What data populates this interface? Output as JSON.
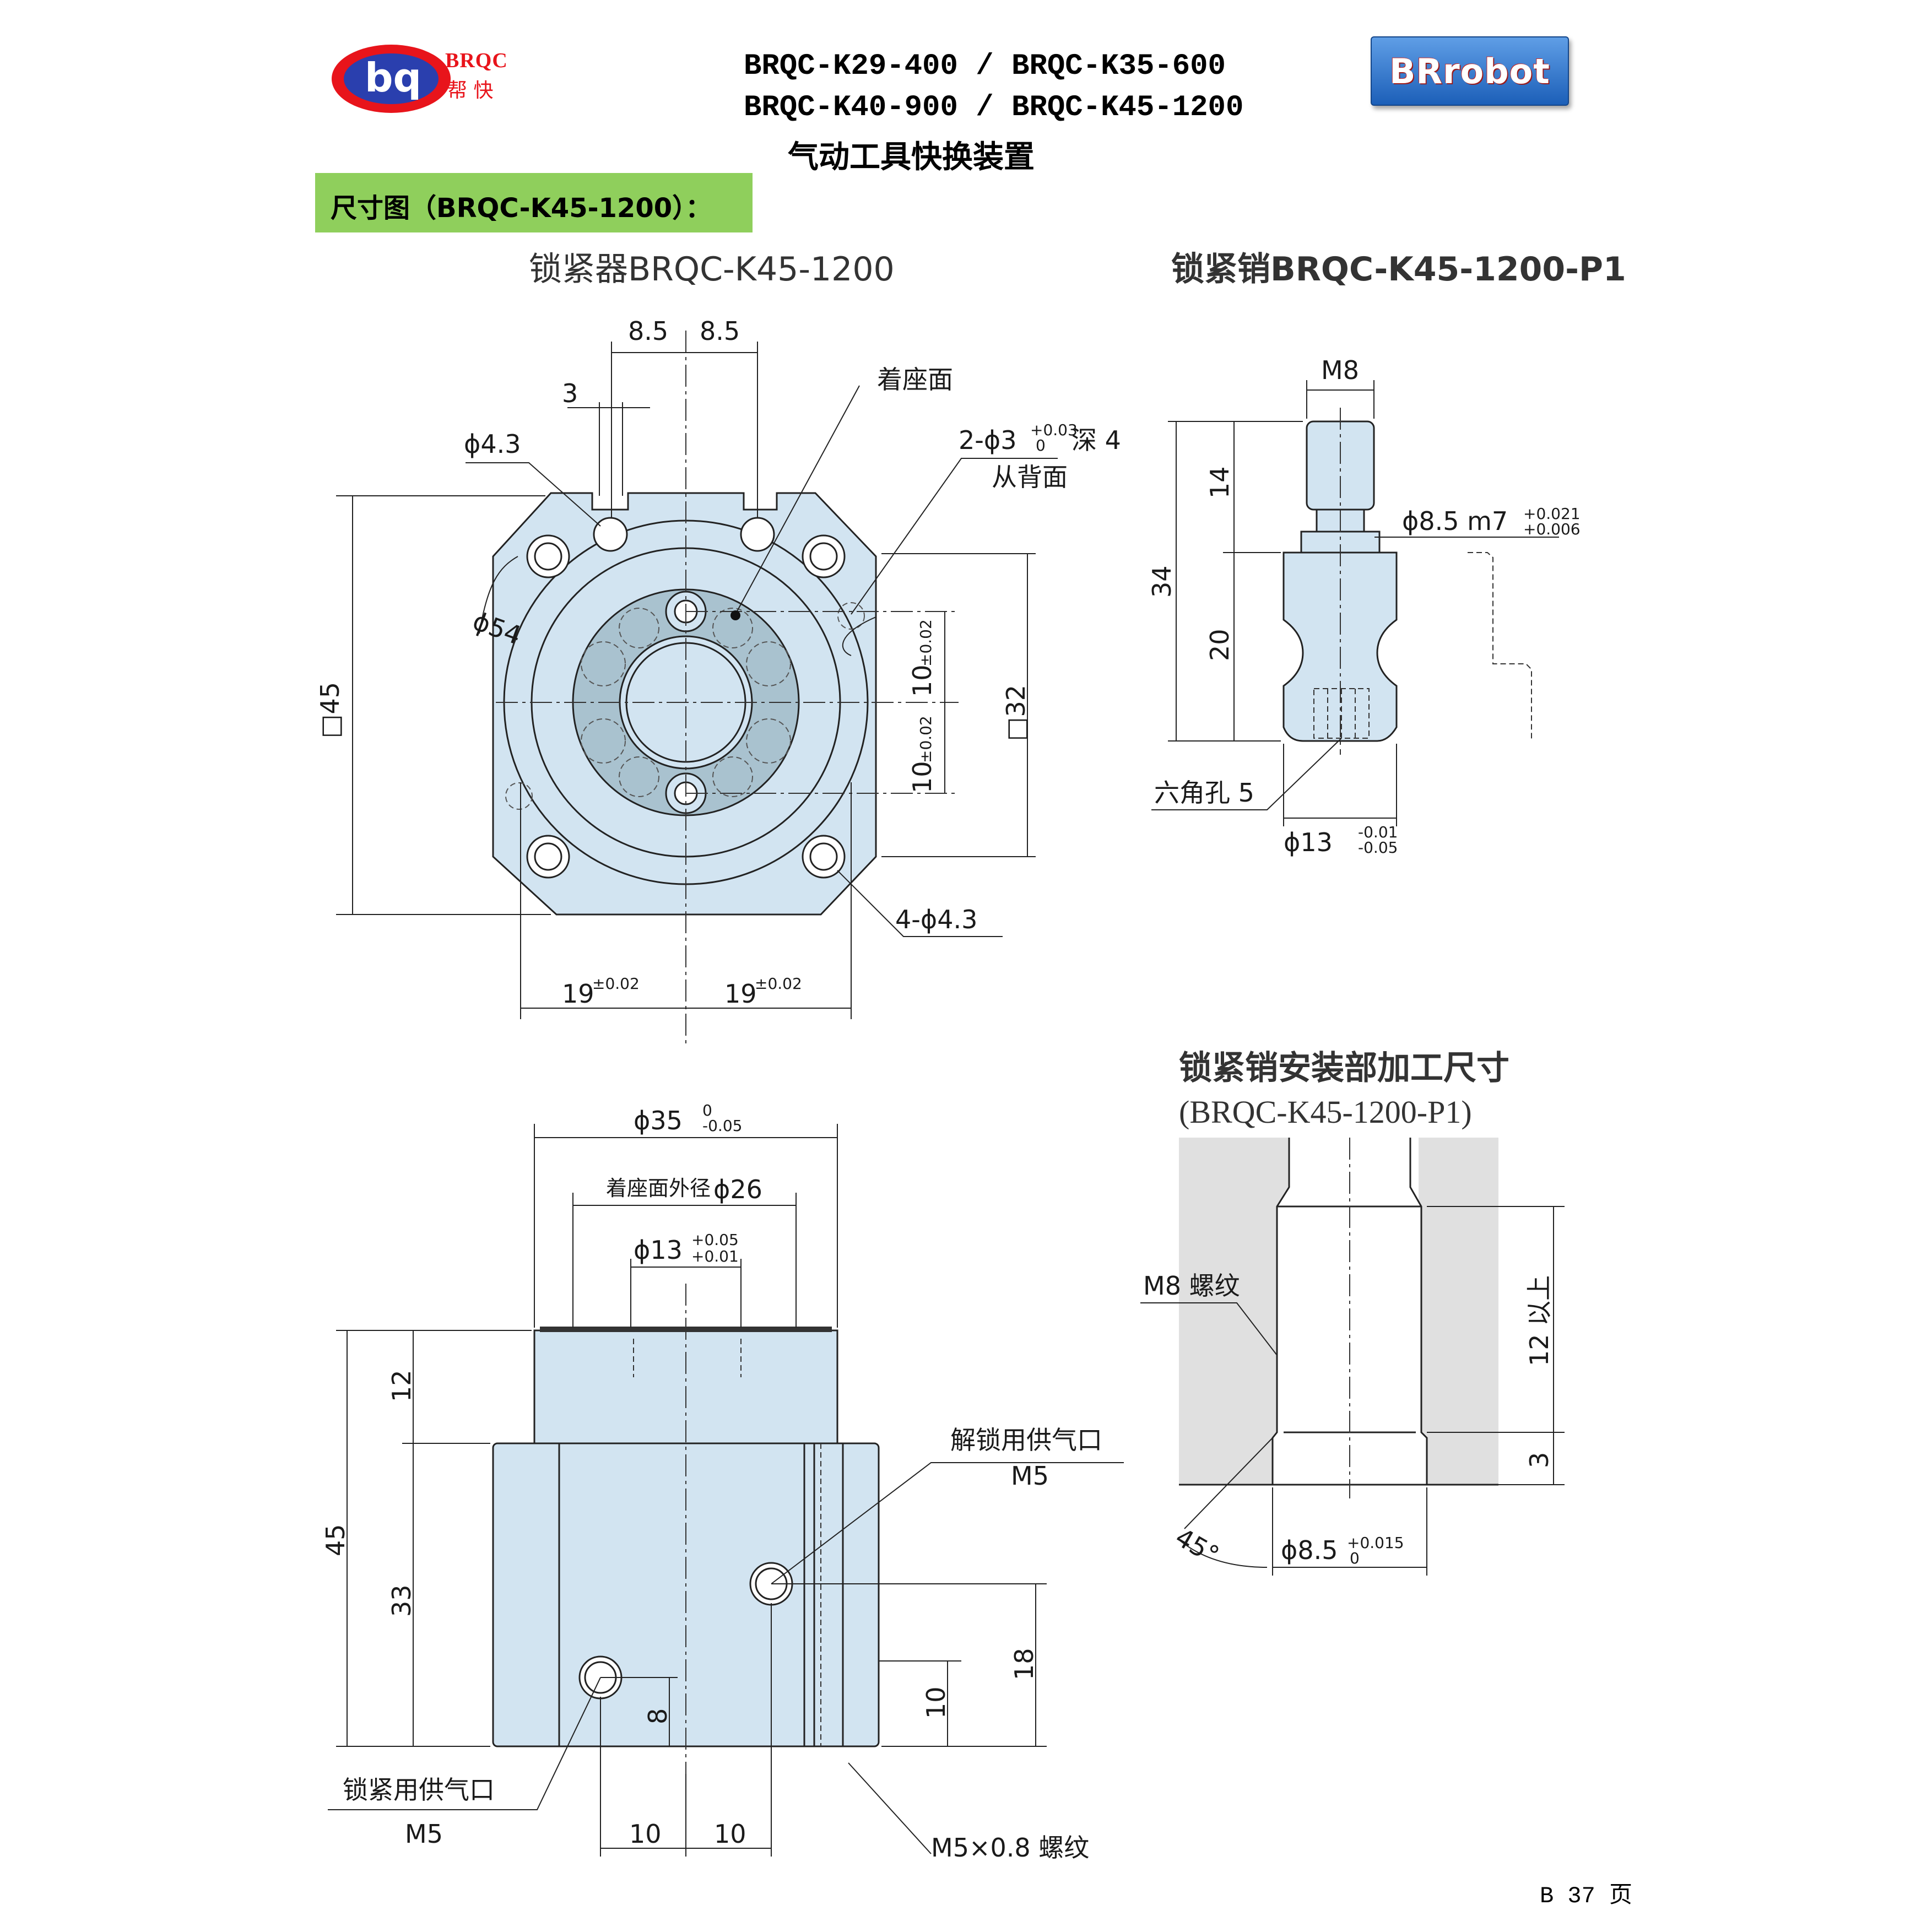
{
  "header": {
    "logo_text": "BRQC",
    "logo_mark": "bq",
    "logo_cn": "帮 快",
    "title_line1": "BRQC-K29-400 / BRQC-K35-600",
    "title_line2": "BRQC-K40-900 / BRQC-K45-1200",
    "title_line3": "气动工具快换装置",
    "badge_text": "BRrobot"
  },
  "section": {
    "label": "尺寸图（BRQC-K45-1200）："
  },
  "views": {
    "locker_title": "锁紧器BRQC-K45-1200",
    "pin_title": "锁紧销BRQC-K45-1200-P1",
    "mount_title": "锁紧销安装部加工尺寸",
    "mount_subtitle": "(BRQC-K45-1200-P1)"
  },
  "dims_top": {
    "d8_5a": "8.5",
    "d8_5b": "8.5",
    "d3": "3",
    "phi4_3": "ϕ4.3",
    "seat": "着座面",
    "holes2": "2-ϕ3",
    "holes2_tol_up": "+0.03",
    "holes2_tol_lo": "0",
    "holes2_depth": "深 4",
    "from_back": "从背面",
    "phi54": "ϕ54",
    "sq45": "□45",
    "sq32": "□32",
    "d10a": "10",
    "d10a_tol": "±0.02",
    "d10b": "10",
    "d10b_tol": "±0.02",
    "holes4": "4-ϕ4.3",
    "d19a": "19",
    "d19a_tol": "±0.02",
    "d19b": "19",
    "d19b_tol": "±0.02"
  },
  "dims_pin": {
    "m8": "M8",
    "d14": "14",
    "d34": "34",
    "d20": "20",
    "phi8_5": "ϕ8.5 m7",
    "phi8_5_up": "+0.021",
    "phi8_5_lo": "+0.006",
    "hex": "六角孔 5",
    "phi13": "ϕ13",
    "phi13_up": "-0.01",
    "phi13_lo": "-0.05"
  },
  "dims_side": {
    "phi35": "ϕ35",
    "phi35_up": "0",
    "phi35_lo": "-0.05",
    "seat_od": "着座面外径",
    "phi26": "ϕ26",
    "phi13": "ϕ13",
    "phi13_up": "+0.05",
    "phi13_lo": "+0.01",
    "d12": "12",
    "d45": "45",
    "d33": "33",
    "d8": "8",
    "d10v": "10",
    "d18": "18",
    "unlock_port": "解锁用供气口",
    "unlock_m5": "M5",
    "lock_port": "锁紧用供气口",
    "lock_m5": "M5",
    "d10h1": "10",
    "d10h2": "10",
    "thread": "M5×0.8 螺纹"
  },
  "dims_mount": {
    "m8_thread": "M8 螺纹",
    "d12_more": "12 以上",
    "d3": "3",
    "angle": "45°",
    "phi8_5": "ϕ8.5",
    "phi8_5_up": "+0.015",
    "phi8_5_lo": "0"
  },
  "footer": {
    "page": "B 37 页"
  },
  "colors": {
    "part_fill": "#d2e4f1",
    "seat_fill": "#a9c2cf",
    "green_bar": "#8fcf5c",
    "logo_red": "#e8141b",
    "logo_blue": "#2a3fae"
  }
}
